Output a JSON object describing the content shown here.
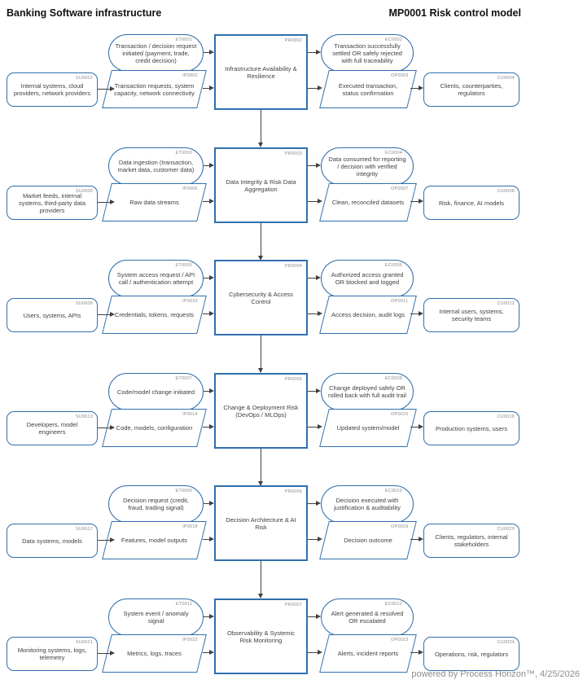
{
  "header": {
    "left_title": "Banking Software infrastructure",
    "right_title": "MP0001 Risk control model"
  },
  "footer": {
    "text": "powered by Process Horizon™, 4/25/2026"
  },
  "colors": {
    "shape_border": "#2f6fad",
    "label_text": "#3f3f3f",
    "code_text": "#8a8a8a",
    "arrow": "#404040",
    "header_text": "#111111",
    "footer_text": "#8c8c8c"
  },
  "rows": [
    {
      "supplier": {
        "code": "SU0001",
        "label": "Internal systems, cloud providers, network providers"
      },
      "event_trigger": {
        "code": "ET0001",
        "label": "Transaction / decision request initiated (payment, trade, credit decision)"
      },
      "input": {
        "code": "IP0002",
        "label": "Transaction requests, system capacity, network connectivity"
      },
      "process": {
        "code": "PR0002",
        "label": "Infrastructure Availability & Resilience"
      },
      "event_close": {
        "code": "EC0002",
        "label": "Transaction successfully settled OR safely rejected with full traceability"
      },
      "output": {
        "code": "OP0003",
        "label": "Executed transaction, status confirmation"
      },
      "customer": {
        "code": "CU0004",
        "label": "Clients, counterparties, regulators"
      }
    },
    {
      "supplier": {
        "code": "SU0005",
        "label": "Market feeds, internal systems, third-party data providers"
      },
      "event_trigger": {
        "code": "ET0003",
        "label": "Data ingestion (transaction, market data, customer data)"
      },
      "input": {
        "code": "IP0006",
        "label": "Raw data streams"
      },
      "process": {
        "code": "PR0003",
        "label": "Data Integrity & Risk Data Aggregation"
      },
      "event_close": {
        "code": "EC0004",
        "label": "Data consumed for reporting / decision with verified integrity"
      },
      "output": {
        "code": "OP0007",
        "label": "Clean, reconciled datasets"
      },
      "customer": {
        "code": "CU0008",
        "label": "Risk, finance, AI models"
      }
    },
    {
      "supplier": {
        "code": "SU0009",
        "label": "Users, systems, APIs"
      },
      "event_trigger": {
        "code": "ET0005",
        "label": "System access request / API call / authentication attempt"
      },
      "input": {
        "code": "IP0010",
        "label": "Credentials, tokens, requests"
      },
      "process": {
        "code": "PR0004",
        "label": "Cybersecurity & Access Control"
      },
      "event_close": {
        "code": "EC0006",
        "label": "Authorized access granted OR blocked and logged"
      },
      "output": {
        "code": "OP0011",
        "label": "Access decision, audit logs"
      },
      "customer": {
        "code": "CU0012",
        "label": "Internal users, systems, security teams"
      }
    },
    {
      "supplier": {
        "code": "SU0013",
        "label": "Developers, model engineers"
      },
      "event_trigger": {
        "code": "ET0007",
        "label": "Code/model change initiated"
      },
      "input": {
        "code": "IP0014",
        "label": "Code, models, configuration"
      },
      "process": {
        "code": "PR0005",
        "label": "Change & Deployment Risk (DevOps / MLOps)"
      },
      "event_close": {
        "code": "EC0008",
        "label": "Change deployed safely OR rolled back with full audit trail"
      },
      "output": {
        "code": "OP0015",
        "label": "Updated system/model"
      },
      "customer": {
        "code": "CU0016",
        "label": "Production systems, users"
      }
    },
    {
      "supplier": {
        "code": "SU0017",
        "label": "Data systems, models"
      },
      "event_trigger": {
        "code": "ET0009",
        "label": "Decision request (credit, fraud, trading signal)"
      },
      "input": {
        "code": "IP0018",
        "label": "Features, model outputs"
      },
      "process": {
        "code": "PR0006",
        "label": "Decision Architecture & AI Risk"
      },
      "event_close": {
        "code": "EC0010",
        "label": "Decision executed with justification & auditability"
      },
      "output": {
        "code": "OP0019",
        "label": "Decision outcome"
      },
      "customer": {
        "code": "CU0020",
        "label": "Clients, regulators, internal stakeholders"
      }
    },
    {
      "supplier": {
        "code": "SU0021",
        "label": "Monitoring systems, logs, telemetry"
      },
      "event_trigger": {
        "code": "ET0011",
        "label": "System event / anomaly signal"
      },
      "input": {
        "code": "IP0022",
        "label": "Metrics, logs, traces"
      },
      "process": {
        "code": "PR0007",
        "label": "Observability & Systemic Risk Monitoring"
      },
      "event_close": {
        "code": "EC0012",
        "label": "Alert generated & resolved OR escalated"
      },
      "output": {
        "code": "OP0023",
        "label": "Alerts, incident reports"
      },
      "customer": {
        "code": "CU0024",
        "label": "Operations, risk, regulators"
      }
    }
  ]
}
